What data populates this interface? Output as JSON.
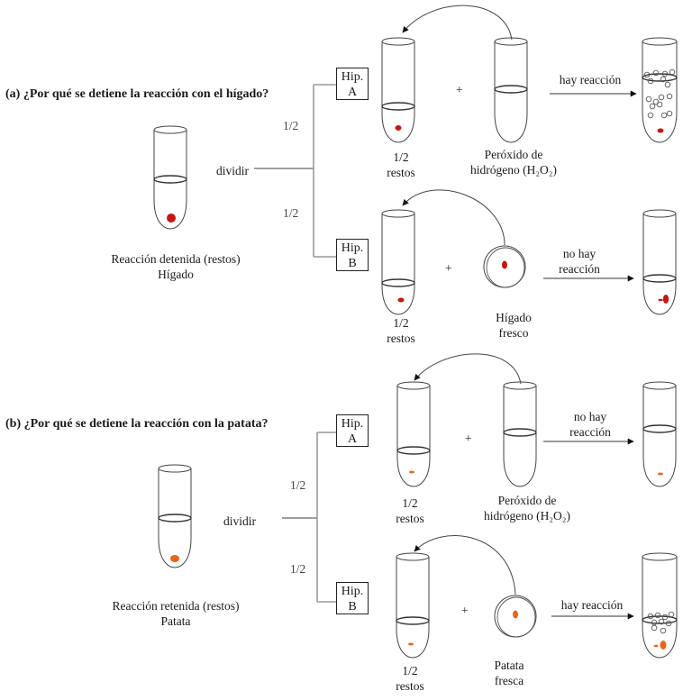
{
  "colors": {
    "liver": "#c8140f",
    "potato": "#e8671e",
    "line": "#333333",
    "branch": "#888888"
  },
  "sections": [
    {
      "id": "a",
      "title": "(a) ¿Por qué se detiene la reacción con el hígado?",
      "source_label_line1": "Reacción detenida (restos)",
      "source_label_line2": "Hígado",
      "split_label": "dividir",
      "fraction_top": "1/2",
      "fraction_bottom": "1/2",
      "material": "liver",
      "hypotheses": [
        {
          "box_line1": "Hip.",
          "box_line2": "A",
          "left_label_line1": "1/2",
          "left_label_line2": "restos",
          "plus": "+",
          "added_label_line1": "Peróxido de",
          "added_label_line2": "hidrógeno (H₂O₂)",
          "added_kind": "tube",
          "result_label_line1": "hay reacción",
          "result_label_line2": "",
          "result_bubbles": true
        },
        {
          "box_line1": "Hip.",
          "box_line2": "B",
          "left_label_line1": "1/2",
          "left_label_line2": "restos",
          "plus": "+",
          "added_label_line1": "Hígado",
          "added_label_line2": "fresco",
          "added_kind": "dish",
          "result_label_line1": "no hay",
          "result_label_line2": "reacción",
          "result_bubbles": false
        }
      ]
    },
    {
      "id": "b",
      "title": "(b) ¿Por qué se detiene la reacción con la patata?",
      "source_label_line1": "Reacción retenida (restos)",
      "source_label_line2": "Patata",
      "split_label": "dividir",
      "fraction_top": "1/2",
      "fraction_bottom": "1/2",
      "material": "potato",
      "hypotheses": [
        {
          "box_line1": "Hip.",
          "box_line2": "A",
          "left_label_line1": "1/2",
          "left_label_line2": "restos",
          "plus": "+",
          "added_label_line1": "Peróxido de",
          "added_label_line2": "hidrógeno (H₂O₂)",
          "added_kind": "tube",
          "result_label_line1": "no hay",
          "result_label_line2": "reacción",
          "result_bubbles": false
        },
        {
          "box_line1": "Hip.",
          "box_line2": "B",
          "left_label_line1": "1/2",
          "left_label_line2": "restos",
          "plus": "+",
          "added_label_line1": "Patata",
          "added_label_line2": "fresca",
          "added_kind": "dish",
          "result_label_line1": "hay reacción",
          "result_label_line2": "",
          "result_bubbles": true
        }
      ]
    }
  ]
}
